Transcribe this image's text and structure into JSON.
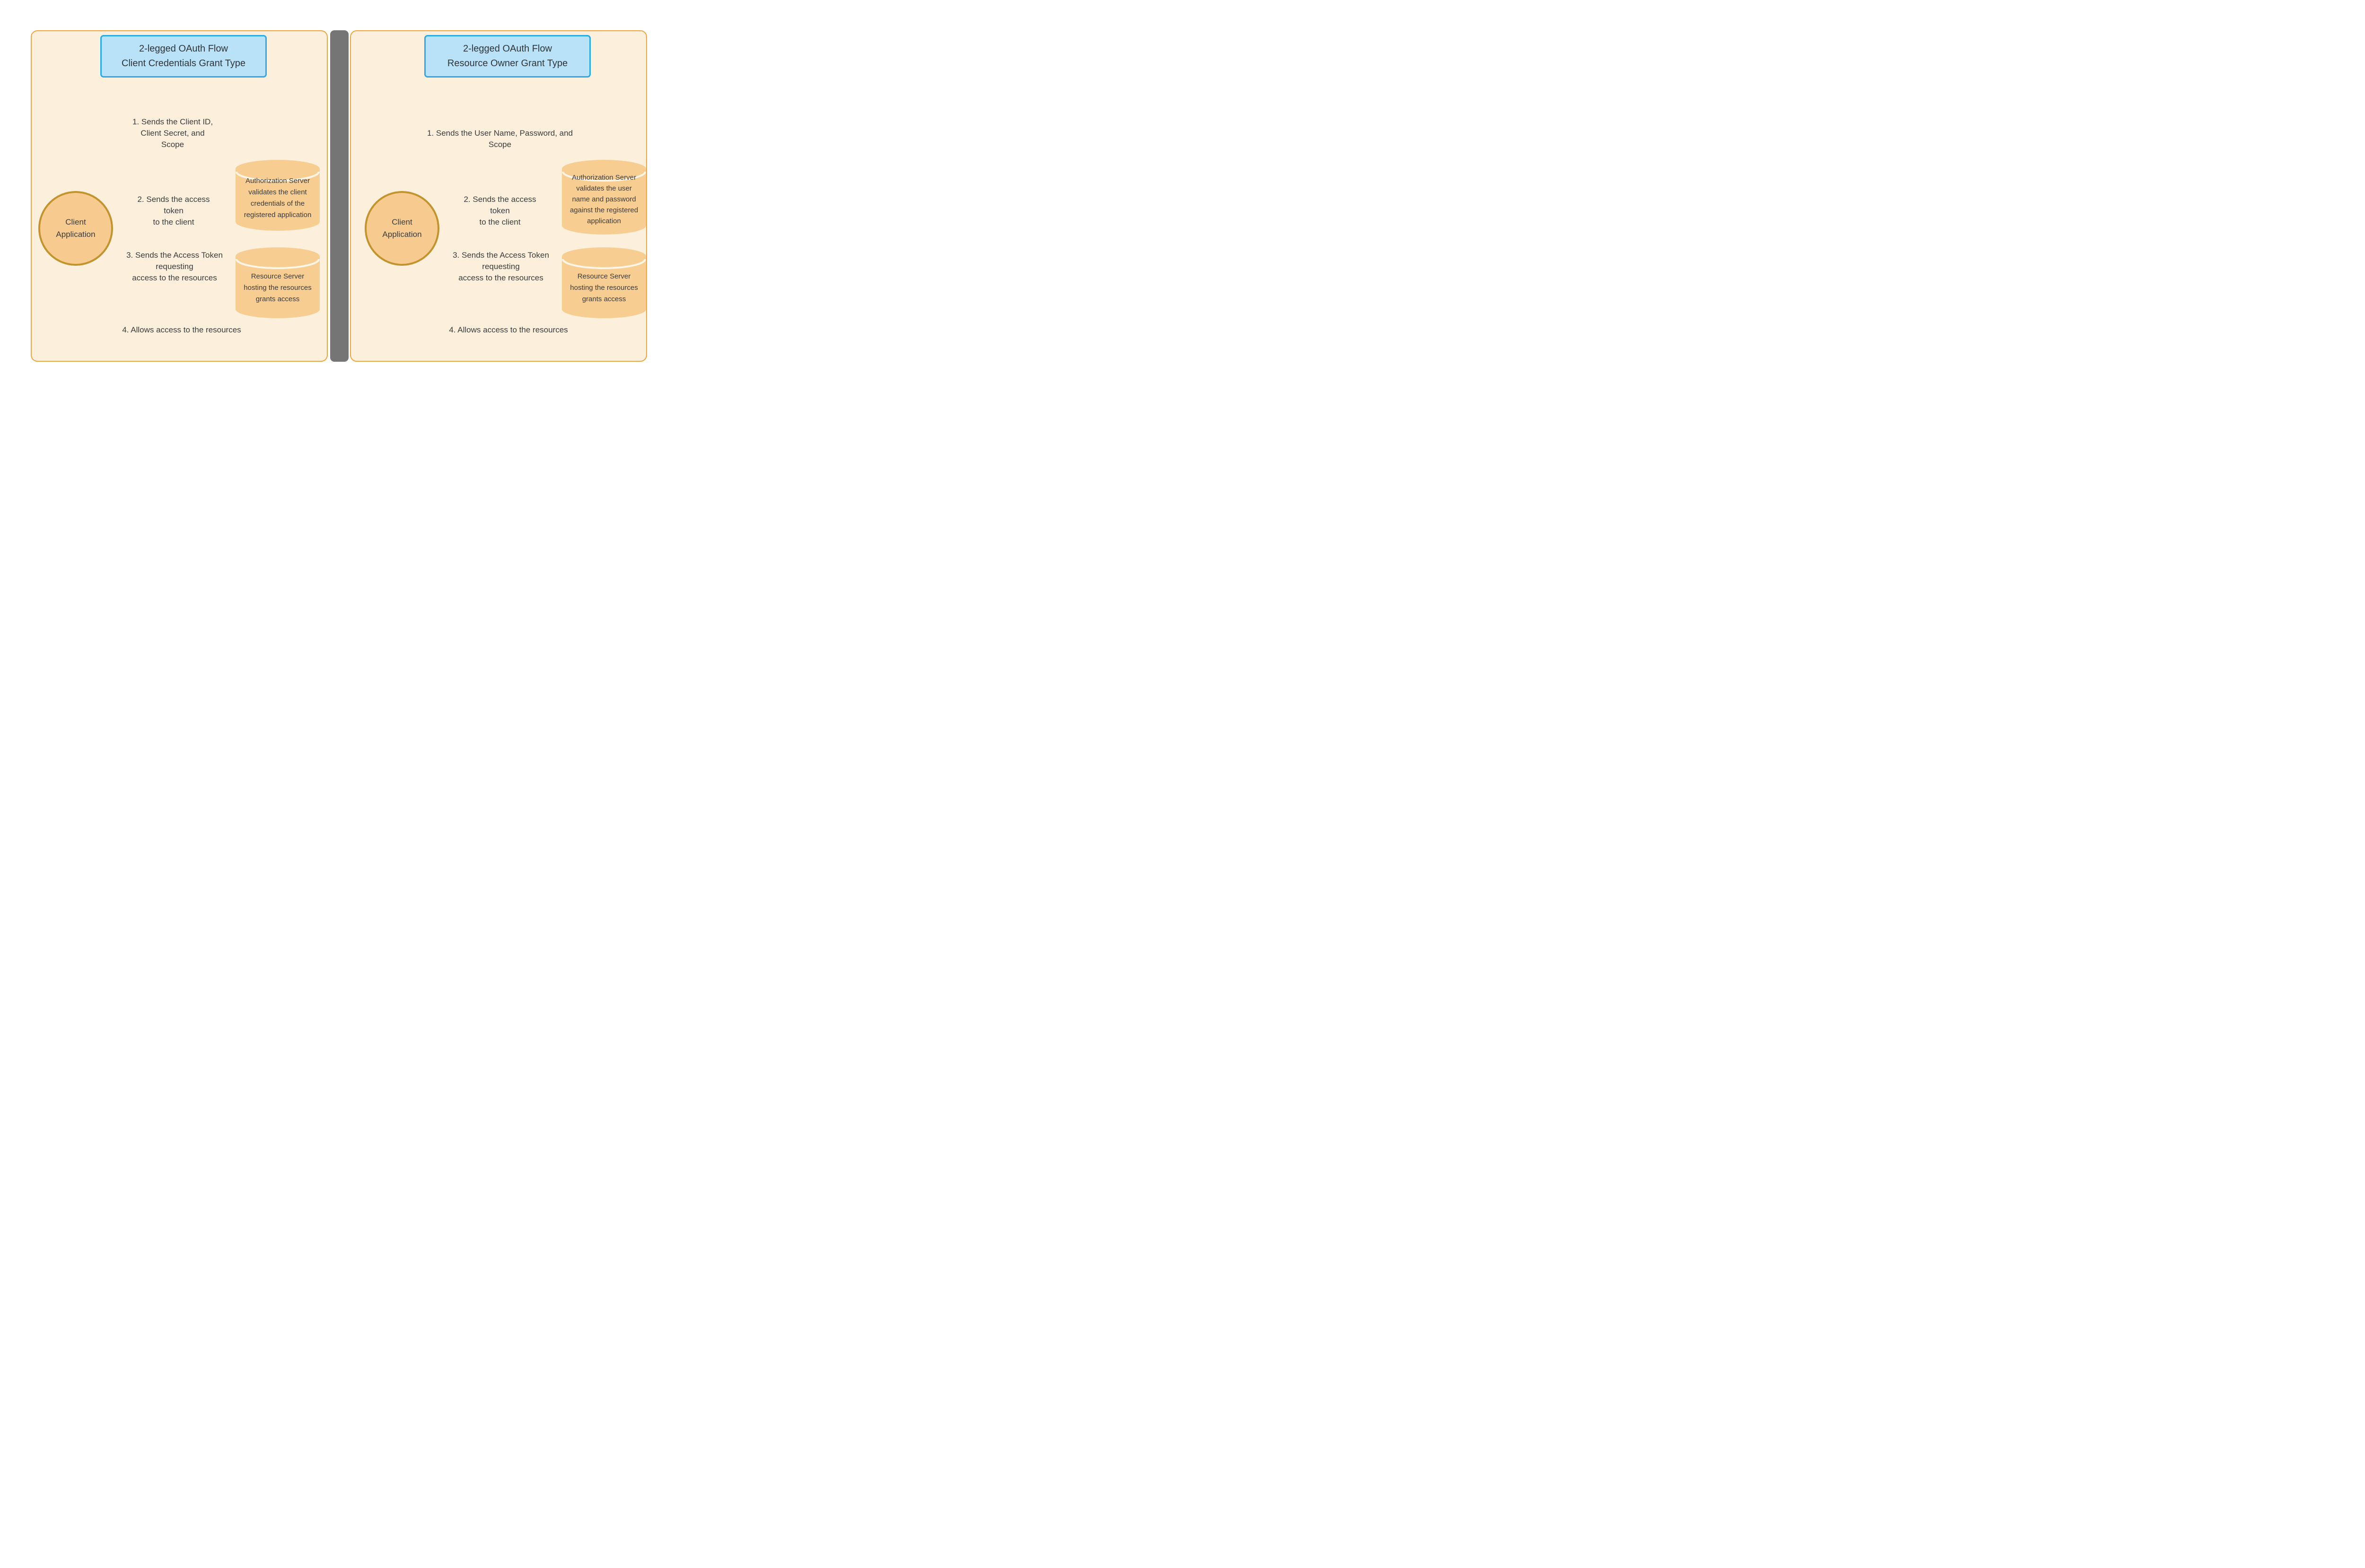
{
  "diagram": {
    "left_panel": {
      "title": "2-legged OAuth Flow\nClient Credentials Grant Type",
      "client_label": "Client\nApplication",
      "auth_server_label": "Authorization Server\nvalidates the client\ncredentials of the\nregistered application",
      "resource_server_label": "Resource Server\nhosting the resources\ngrants access",
      "steps": {
        "step1": "1. Sends the Client ID,\nClient Secret, and\nScope",
        "step2": "2. Sends the access\ntoken\nto the client",
        "step3": "3. Sends the Access Token\nrequesting\naccess to the resources",
        "step4": "4. Allows access to the resources"
      }
    },
    "right_panel": {
      "title": "2-legged OAuth Flow\nResource Owner Grant Type",
      "client_label": "Client\nApplication",
      "auth_server_label": "Authorization Server\nvalidates the user\nname and password\nagainst the registered\napplication",
      "resource_server_label": "Resource Server\nhosting the resources\ngrants access",
      "steps": {
        "step1": "1. Sends the User Name, Password, and Scope",
        "step2": "2. Sends the access\ntoken\nto the client",
        "step3": "3. Sends the Access Token\nrequesting\naccess to the resources",
        "step4": "4. Allows access to the resources"
      }
    },
    "colors": {
      "panel_background": "#FCF0DC",
      "panel_border": "#F5A43B",
      "divider_gray": "#757575",
      "title_fill": "#B9E2F9",
      "title_border": "#2BA9E9",
      "node_fill": "#F8CD92",
      "circle_border": "#C3932E",
      "cylinder_rim": "#FDF5E6",
      "arrow_blue": "#2E9BF0",
      "arrow_green": "#21A85C",
      "text": "#3B3B3B"
    }
  }
}
